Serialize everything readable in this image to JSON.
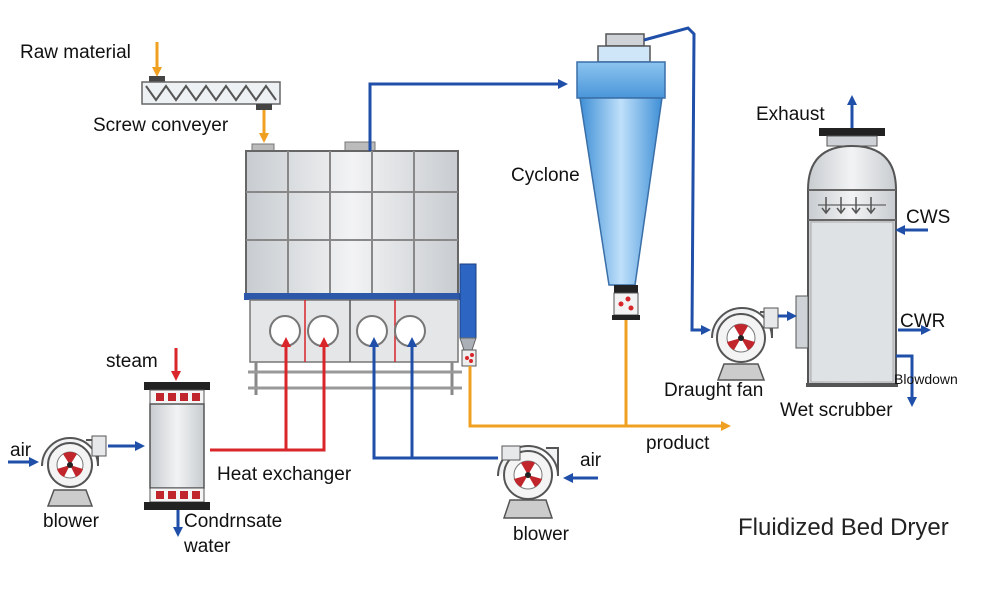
{
  "title": "Fluidized Bed Dryer",
  "labels": {
    "raw_material": "Raw material",
    "screw_conveyer": "Screw conveyer",
    "cyclone": "Cyclone",
    "exhaust": "Exhaust",
    "cws": "CWS",
    "cwr": "CWR",
    "blowdown": "Blowdown",
    "draught_fan": "Draught fan",
    "wet_scrubber": "Wet scrubber",
    "product": "product",
    "steam": "steam",
    "air_left": "air",
    "blower_left": "blower",
    "heat_exchanger": "Heat exchanger",
    "condensate_line1": "Condrnsate",
    "condensate_line2": "water",
    "air_right": "air",
    "blower_bottom": "blower"
  },
  "colors": {
    "air_line": "#1f4fa8",
    "hot_line": "#d8262b",
    "product_line": "#f0a020",
    "cyclone_blue": "#5aa7e6",
    "equipment_grey": "#d6d9dc",
    "outline": "#555555"
  }
}
